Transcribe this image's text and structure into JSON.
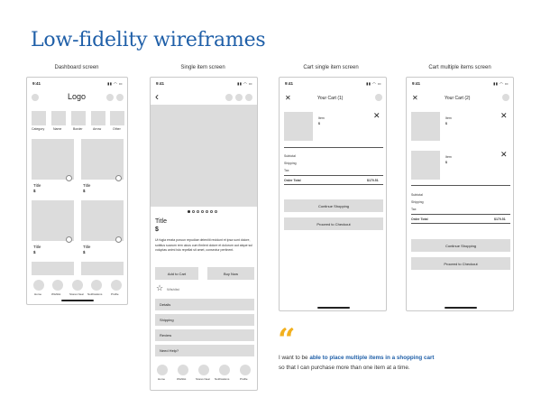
{
  "page": {
    "title": "Low-fidelity wireframes"
  },
  "captions": [
    "Dashboard screen",
    "Single item screen",
    "Cart single item screen",
    "Cart multiple items screen"
  ],
  "status_time": "9:41",
  "status_icons": "▮▮ ◠ ▭",
  "dashboard": {
    "logo": "Logo",
    "categories": [
      "Category",
      "Name",
      "Border",
      "Arrow",
      "Other"
    ],
    "products": [
      {
        "title": "Title",
        "price": "$"
      },
      {
        "title": "Title",
        "price": "$"
      },
      {
        "title": "Title",
        "price": "$"
      },
      {
        "title": "Title",
        "price": "$"
      }
    ],
    "nav": [
      "Home",
      "Wishlist",
      "Stores Near",
      "Notifications",
      "Profile"
    ]
  },
  "single_item": {
    "back": "‹",
    "title": "Title",
    "price": "$",
    "description": "Ut fugia errata poruun repudiae deleniiti recidunt et ipsa sunt dolore, sobitus suarum rem ulcus cum fimlent dolore et dolorum aut atque sul voluptas animi isto repellat sit amet, consectur pertinent.",
    "add_to_cart": "Add to Cart",
    "buy_now": "Buy Now",
    "wishlist": "Wishlist",
    "sections": [
      "Details",
      "Shipping",
      "Review",
      "Need Help?"
    ],
    "nav": [
      "Home",
      "Wishlist",
      "Stores Near",
      "Notifications",
      "Profile"
    ]
  },
  "cart_single": {
    "close": "✕",
    "title": "Your Cart (1)",
    "item_label": "Item",
    "item_price": "$",
    "remove": "✕",
    "subtotal": "Subtotal",
    "shipping": "Shipping",
    "tax": "Tax",
    "order_total": "Order Total",
    "order_total_value": "$170.51",
    "continue": "Continue Shopping",
    "checkout": "Proceed to Checkout"
  },
  "cart_multi": {
    "close": "✕",
    "title": "Your Cart (2)",
    "items": [
      {
        "label": "Item",
        "price": "$",
        "remove": "✕"
      },
      {
        "label": "Item",
        "price": "$",
        "remove": "✕"
      }
    ],
    "subtotal": "Subtotal",
    "shipping": "Shipping",
    "tax": "Tax",
    "order_total": "Order Total",
    "order_total_value": "$170.51",
    "continue": "Continue Shopping",
    "checkout": "Proceed to Checkout"
  },
  "quote": {
    "mark": "“",
    "before": "I want to be ",
    "highlight": "able to place multiple items in a shopping cart",
    "after": "so that I can purchase more than one item at a time."
  },
  "colors": {
    "title": "#1f5fa8",
    "quote_mark": "#f2b01e",
    "placeholder": "#dcdcdc"
  }
}
